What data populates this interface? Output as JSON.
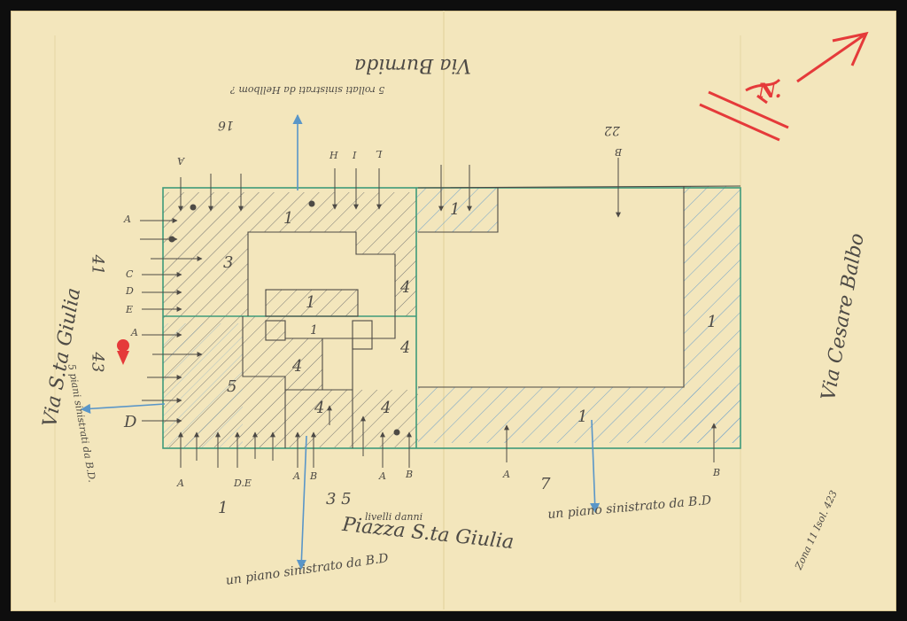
{
  "streets": {
    "north": "Via Burnida",
    "east": "Via Cesare Balbo",
    "west": "Via S.ta Giulia",
    "south": "Piazza S.ta Giulia"
  },
  "house_numbers": {
    "west_upper": "41",
    "west_lower": "43",
    "north_left": "16",
    "north_right": "22",
    "south_left": "1",
    "south_mid": "3 5",
    "south_right": "7"
  },
  "notes": {
    "north": "5 rollati sinistrati da Hellbom ?",
    "west": "5 piani sinistrati da B.D.",
    "south_left": "un piano sinistrato da B.D",
    "south_right": "un piano sinistrato da B.D",
    "south_mid": "livelli danni",
    "catalog": "Zona 11 Isol. 423"
  },
  "compass": {
    "label": "N.",
    "color": "#e53a3a"
  },
  "zone_labels": [
    "1",
    "1",
    "1",
    "1",
    "1",
    "1",
    "3",
    "4",
    "4",
    "4",
    "4",
    "4",
    "5"
  ],
  "entry_labels": {
    "south": [
      "A",
      "D.E",
      "A",
      "B",
      "A",
      "B",
      "A",
      "B"
    ],
    "west": [
      "A",
      "C",
      "D",
      "E",
      "A",
      "D"
    ],
    "north": [
      "A",
      "H",
      "I",
      "L",
      "B"
    ]
  },
  "colors": {
    "paper": "#f3e6bc",
    "green_outline": "#3f9a7a",
    "blue_arrow": "#5a96c8",
    "pencil": "#4d4a45",
    "red_pencil": "#e53a3a"
  }
}
